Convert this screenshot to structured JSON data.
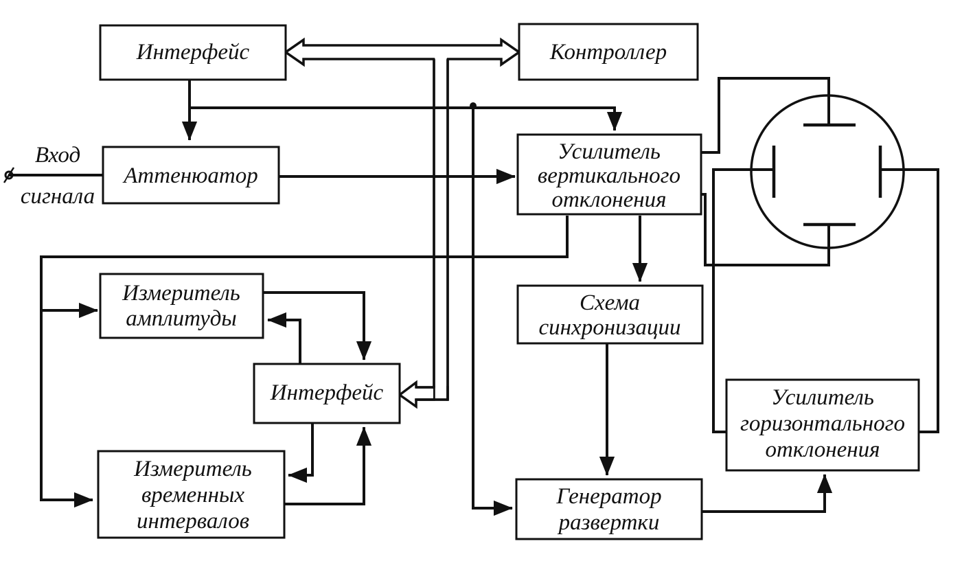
{
  "blocks": {
    "interface_top": [
      "Интерфейс"
    ],
    "controller": [
      "Контроллер"
    ],
    "attenuator": [
      "Аттенюатор"
    ],
    "vert_amp": [
      "Усилитель",
      "вертикального",
      "отклонения"
    ],
    "amp_meter": [
      "Измеритель",
      "амплитуды"
    ],
    "interface_mid": [
      "Интерфейс"
    ],
    "time_meter": [
      "Измеритель",
      "временных",
      "интервалов"
    ],
    "sync": [
      "Схема",
      "синхронизации"
    ],
    "sweep_gen": [
      "Генератор",
      "развертки"
    ],
    "horiz_amp": [
      "Усилитель",
      "горизонтального",
      "отклонения"
    ]
  },
  "input_label": [
    "Вход",
    "сигнала"
  ],
  "colors": {
    "line": "#111111",
    "background": "#ffffff"
  }
}
